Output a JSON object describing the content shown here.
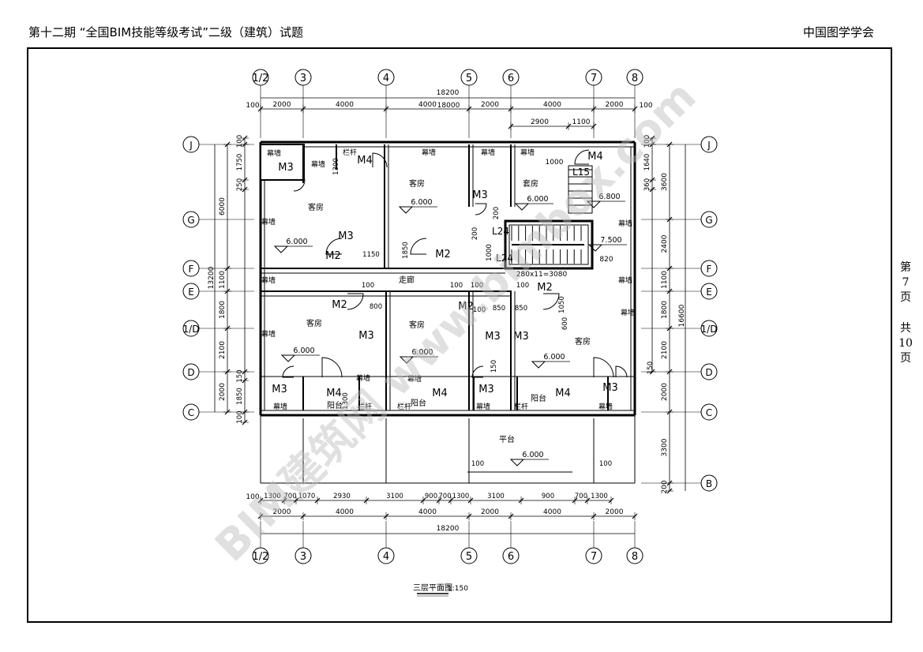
{
  "header": {
    "title": "第十二期 “全国BIM技能等级考试”二级（建筑）试题",
    "org": "中国图学学会"
  },
  "page_info": {
    "di": "第",
    "page_no": "7",
    "ye1": "页",
    "gong": "共",
    "total": "10",
    "ye2": "页"
  },
  "drawing": {
    "title": "三层平面图",
    "scale": "1:150",
    "axes_cols": [
      "1/2",
      "3",
      "4",
      "5",
      "6",
      "7",
      "8"
    ],
    "axes_rows": [
      "J",
      "G",
      "F",
      "E",
      "1/D",
      "D",
      "C",
      "B"
    ],
    "rooms": {
      "kefang": "客房",
      "taofang": "套房",
      "zoulang": "走廊",
      "pingtai": "平台",
      "yangtai": "阳台",
      "muqiang": "幕墙",
      "langan": "栏杆"
    },
    "doors": {
      "m2": "M2",
      "m3": "M3",
      "m4": "M4"
    },
    "levels": {
      "floor": "6.000",
      "stair_top": "6.800",
      "stair_mid": "7.500"
    },
    "stairs": {
      "run_label": "280x11=3080",
      "dim_820": "820",
      "dim_1000": "1000",
      "dim_200": "200",
      "l15": "L15",
      "l24": "L24"
    },
    "dims_top": {
      "total": "18200",
      "inner": "18000",
      "edge": "100",
      "segments": [
        "2000",
        "4000",
        "4000",
        "2000",
        "4000",
        "2000"
      ],
      "stair": [
        "2900",
        "1100"
      ]
    },
    "dims_bottom": {
      "total": "18200",
      "edge": "100",
      "detail": [
        "1300",
        "700",
        "1070",
        "2930",
        "3100",
        "900",
        "700",
        "1300",
        "3100",
        "900",
        "700",
        "1300"
      ],
      "segments": [
        "2000",
        "4000",
        "4000",
        "2000",
        "4000",
        "2000"
      ]
    },
    "dims_left": {
      "total": "13200",
      "segments": [
        "6000",
        "1100",
        "1800",
        "2100",
        "2000"
      ],
      "detail": [
        "100",
        "1750",
        "250",
        "150",
        "1850",
        "100"
      ]
    },
    "dims_right": {
      "total": "16600",
      "segments": [
        "3600",
        "2400",
        "1100",
        "1800",
        "2100",
        "2000",
        "3300",
        "200"
      ],
      "detail": [
        "100",
        "1640",
        "360",
        "150"
      ]
    },
    "small_dims": [
      "1300",
      "1150",
      "1850",
      "800",
      "850",
      "1050",
      "600",
      "100",
      "150"
    ],
    "watermark": "BIM建筑网 www.bimbox.com"
  }
}
